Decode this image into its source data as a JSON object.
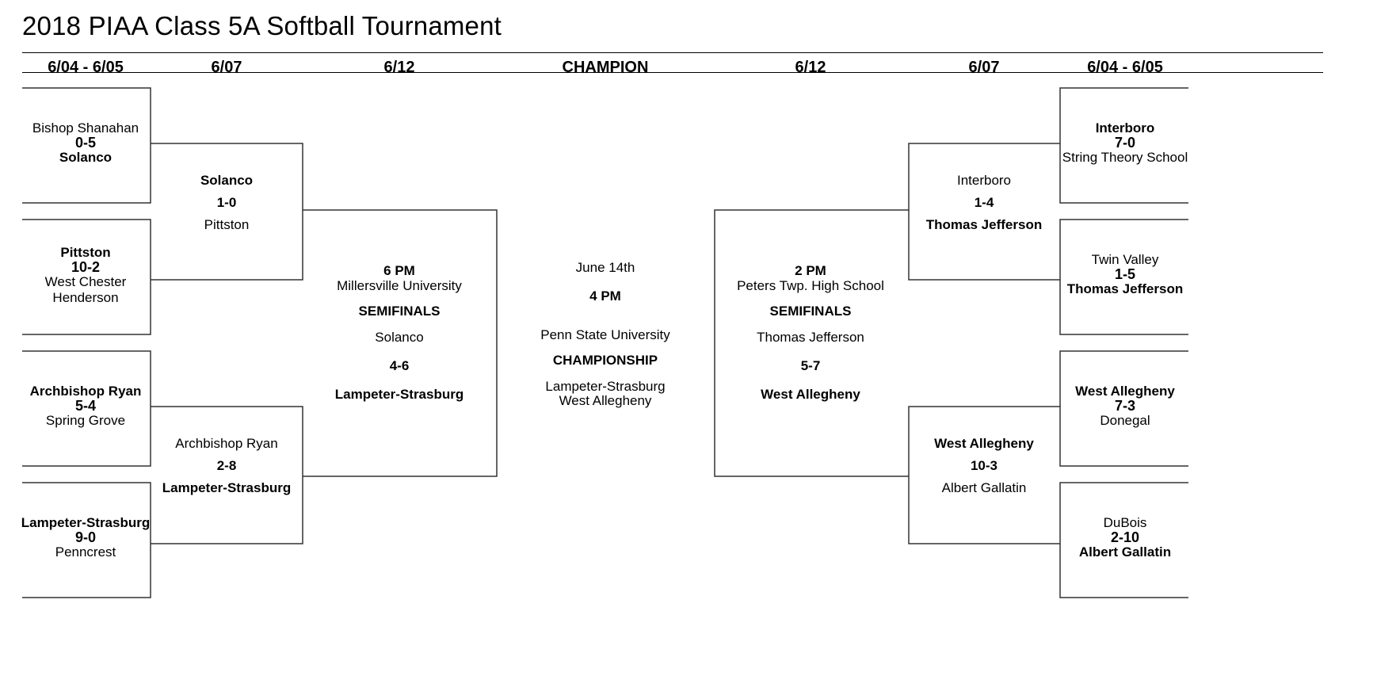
{
  "title": "2018 PIAA Class 5A Softball Tournament",
  "headers": [
    "6/04 - 6/05",
    "6/07",
    "6/12",
    "CHAMPION",
    "6/12",
    "6/07",
    "6/04 - 6/05"
  ],
  "round1_left": [
    {
      "team1": "Bishop Shanahan",
      "score": "0-5",
      "team2": "Solanco",
      "winner": 2
    },
    {
      "team1": "Pittston",
      "score": "10-2",
      "team2": "West Chester\nHenderson",
      "winner": 1
    },
    {
      "team1": "Archbishop Ryan",
      "score": "5-4",
      "team2": "Spring Grove",
      "winner": 1
    },
    {
      "team1": "Lampeter-Strasburg",
      "score": "9-0",
      "team2": "Penncrest",
      "winner": 1
    }
  ],
  "round1_right": [
    {
      "team1": "Interboro",
      "score": "7-0",
      "team2": "String Theory School",
      "winner": 1
    },
    {
      "team1": "Twin Valley",
      "score": "1-5",
      "team2": "Thomas Jefferson",
      "winner": 2
    },
    {
      "team1": "West Allegheny",
      "score": "7-3",
      "team2": "Donegal",
      "winner": 1
    },
    {
      "team1": "DuBois",
      "score": "2-10",
      "team2": "Albert Gallatin",
      "winner": 2
    }
  ],
  "round2_left": [
    {
      "team1": "Solanco",
      "score": "1-0",
      "team2": "Pittston",
      "winner": 1
    },
    {
      "team1": "Archbishop Ryan",
      "score": "2-8",
      "team2": "Lampeter-Strasburg",
      "winner": 2
    }
  ],
  "round2_right": [
    {
      "team1": "Interboro",
      "score": "1-4",
      "team2": "Thomas Jefferson",
      "winner": 2
    },
    {
      "team1": "West Allegheny",
      "score": "10-3",
      "team2": "Albert Gallatin",
      "winner": 1
    }
  ],
  "semi_left": {
    "time": "6 PM",
    "venue": "Millersville University",
    "label": "SEMIFINALS",
    "team1": "Solanco",
    "score": "4-6",
    "team2": "Lampeter-Strasburg"
  },
  "semi_right": {
    "time": "2 PM",
    "venue": "Peters Twp. High School",
    "label": "SEMIFINALS",
    "team1": "Thomas Jefferson",
    "score": "5-7",
    "team2": "West Allegheny"
  },
  "championship": {
    "date": "June 14th",
    "time": "4 PM",
    "venue": "Penn State University",
    "label": "CHAMPIONSHIP",
    "team1": "Lampeter-Strasburg",
    "team2": "West Allegheny"
  }
}
